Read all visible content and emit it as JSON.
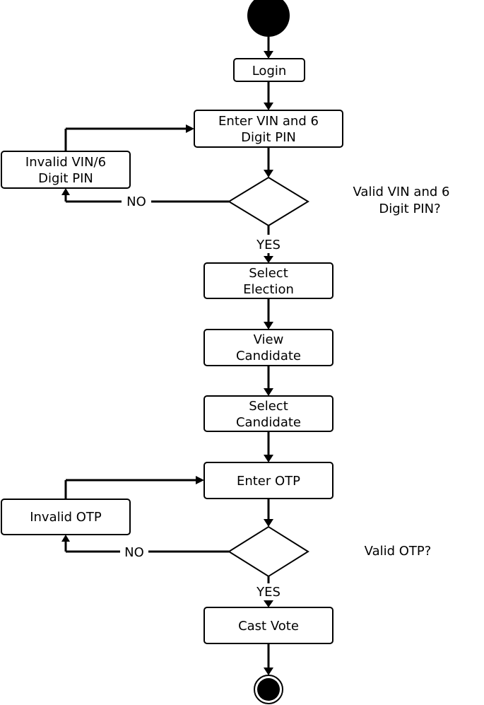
{
  "nodes": {
    "login": "Login",
    "enter_vin_pin": [
      "Enter VIN and 6",
      "Digit PIN"
    ],
    "invalid_vin_pin": [
      "Invalid VIN/6",
      "Digit PIN"
    ],
    "select_election": [
      "Select",
      "Election"
    ],
    "view_candidate": [
      "View",
      "Candidate"
    ],
    "select_candidate": [
      "Select",
      "Candidate"
    ],
    "enter_otp": "Enter OTP",
    "invalid_otp": "Invalid OTP",
    "cast_vote": "Cast Vote"
  },
  "decisions": {
    "valid_vin_pin": [
      "Valid VIN and 6",
      "Digit PIN?"
    ],
    "valid_otp": "Valid OTP?"
  },
  "edge_labels": {
    "no1": "NO",
    "yes1": "YES",
    "no2": "NO",
    "yes2": "YES"
  }
}
